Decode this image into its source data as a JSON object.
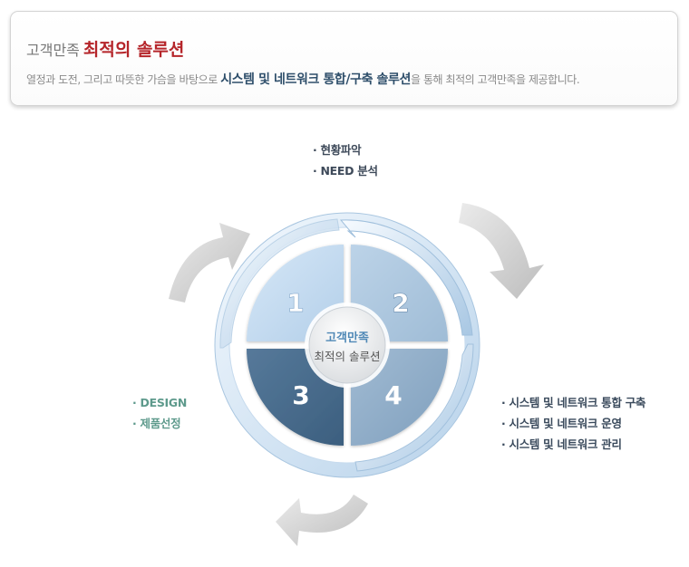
{
  "header": {
    "title_prefix": "고객만족",
    "title_emphasis": "최적의 솔루션",
    "desc_part1": "열정과 도전, 그리고 따뜻한 가슴을 바탕으로",
    "desc_emphasis": "시스템 및 네트워크 통합/구축 솔루션",
    "desc_part2": "을 통해 최적의 고객만족을 제공합니다."
  },
  "center": {
    "line1": "고객만족",
    "line2": "최적의 솔루션"
  },
  "quadrants": {
    "q1": "1",
    "q2": "2",
    "q3": "3",
    "q4": "4"
  },
  "lists": {
    "top": [
      "· 현황파악",
      "· NEED 분석"
    ],
    "left": [
      "· DESIGN",
      "· 제품선정"
    ],
    "right": [
      "· 시스템 및 네트워크 통합 구축",
      "· 시스템 및 네트워크 운영",
      "· 시스템 및 네트워크 관리"
    ]
  },
  "colors": {
    "title_accent": "#b5252a",
    "quadrant_1": "#b9d5ee",
    "quadrant_2": "#a9c5dd",
    "quadrant_3": "#466a8a",
    "quadrant_4": "#8eabc6",
    "left_list_text": "#5e9a8c"
  }
}
